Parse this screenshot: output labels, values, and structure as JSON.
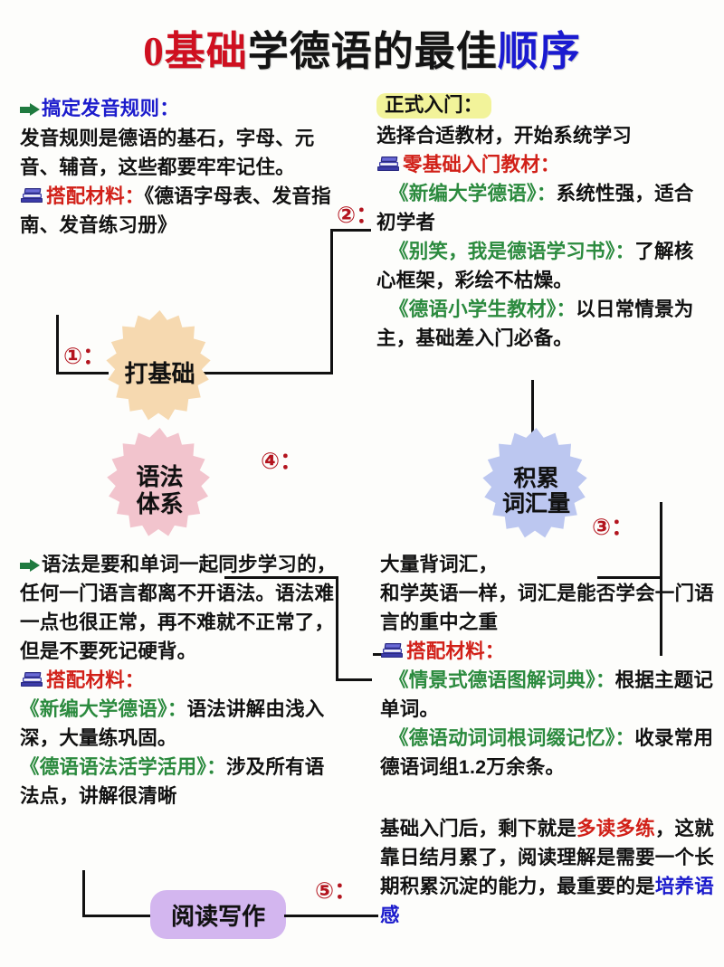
{
  "title": {
    "part_red": "0基础",
    "part_black": "学德语的最佳",
    "part_blue": "顺序"
  },
  "colors": {
    "title_red": "#cf1020",
    "title_blue": "#1a1ad0",
    "heading_blue": "#1b1bcc",
    "material_red": "#d12018",
    "book_green": "#2b8a3e",
    "arrow_green": "#1f7a3f",
    "burst_base": "#f6d9b0",
    "burst_grammar": "#f2c4cd",
    "burst_vocab": "#bcc7f0",
    "pill_reading": "#d3b6ef",
    "highlight_yellow": "#f2f39a",
    "number_red": "#b3141e",
    "line_black": "#111111",
    "background": "#fdfdfb"
  },
  "icons": {
    "arrow": "green-right-arrow-icon",
    "books": "stacked-books-icon"
  },
  "numbers": {
    "n1": "①：",
    "n2": "②：",
    "n3": "③：",
    "n4": "④：",
    "n5": "⑤："
  },
  "nodes": {
    "foundation": "打基础",
    "grammar_l1": "语法",
    "grammar_l2": "体系",
    "vocab_l1": "积累",
    "vocab_l2": "词汇量",
    "reading": "阅读写作"
  },
  "blocks": {
    "pronunciation": {
      "heading": "搞定发音规则：",
      "body": "发音规则是德语的基石，字母、元音、辅音，这些都要牢牢记住。",
      "material_label": "搭配材料：",
      "material_value": "《德语字母表、发音指南、发音练习册》"
    },
    "entry": {
      "heading": "正式入门：",
      "body": "选择合适教材，开始系统学习",
      "material_label": "零基础入门教材：",
      "books": [
        {
          "name": "《新编大学德语》：",
          "desc": "系统性强，适合初学者"
        },
        {
          "name": "《别笑，我是德语学习书》：",
          "desc": "了解核心框架，彩绘不枯燥。"
        },
        {
          "name": "《德语小学生教材》：",
          "desc": "以日常情景为主，基础差入门必备。"
        }
      ]
    },
    "vocabulary": {
      "body_line1": "大量背词汇，",
      "body_line2": "和学英语一样，词汇是能否学会一门语言的重中之重",
      "material_label": "搭配材料：",
      "books": [
        {
          "name": "《情景式德语图解词典》：",
          "desc": "根据主题记单词。"
        },
        {
          "name": "《德语动词词根词缀记忆》：",
          "desc": "收录常用德语词组1.2万余条。"
        }
      ]
    },
    "grammar": {
      "heading_body": "语法是要和单词一起同步学习的，任何一门语言都离不开语法。语法难一点也很正常，再不难就不正常了，但是不要死记硬背。",
      "material_label": "搭配材料：",
      "books": [
        {
          "name": "《新编大学德语》：",
          "desc": "语法讲解由浅入深，大量练巩固。"
        },
        {
          "name": "《德语语法活学活用》：",
          "desc": "涉及所有语法点，讲解很清晰"
        }
      ]
    },
    "reading": {
      "p1a": "基础入门后，剩下就是",
      "p1_red": "多读多练",
      "p1b": "，这就靠日结月累了，阅读理解是需要一个长期积累沉淀的能力，最重要的是",
      "p1_blue": "培养语感"
    }
  }
}
